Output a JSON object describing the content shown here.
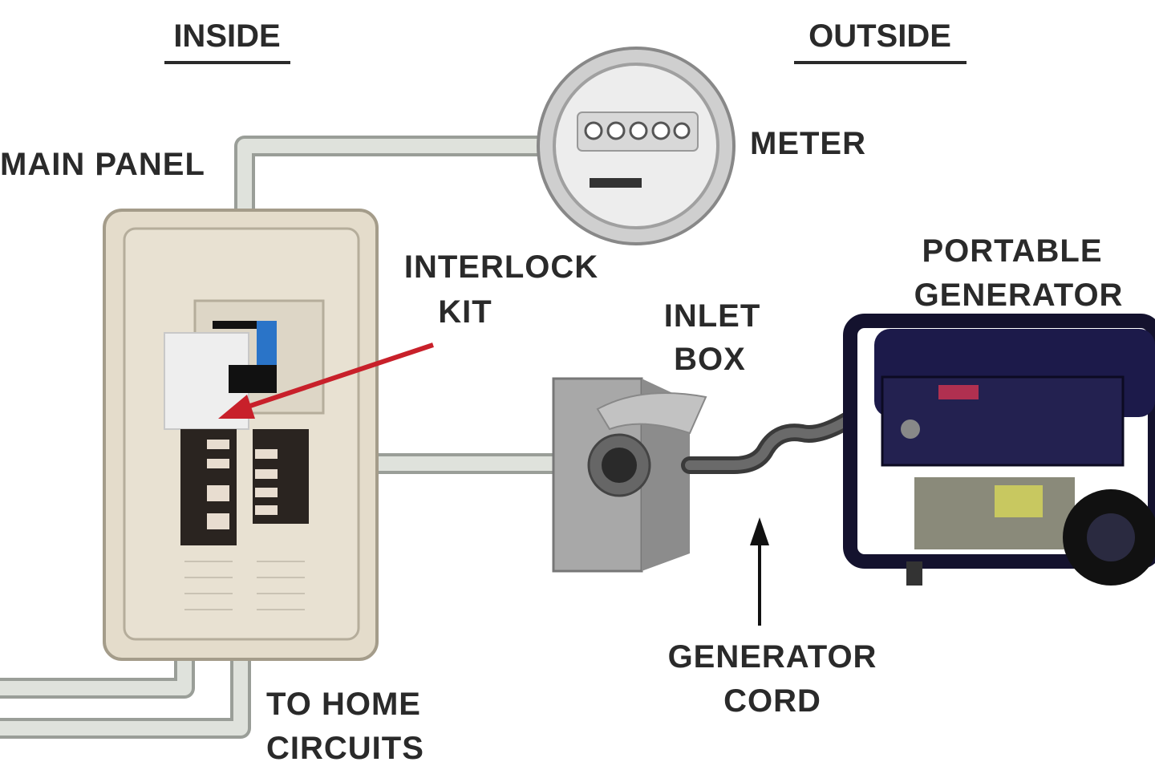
{
  "headers": {
    "inside": "INSIDE",
    "outside": "OUTSIDE"
  },
  "labels": {
    "main_panel": "MAIN PANEL",
    "meter": "METER",
    "interlock_1": "INTERLOCK",
    "interlock_2": "KIT",
    "inlet_1": "INLET",
    "inlet_2": "BOX",
    "portable_1": "PORTABLE",
    "portable_2": "GENERATOR",
    "cord_1": "GENERATOR",
    "cord_2": "CORD",
    "home_1": "TO HOME",
    "home_2": "CIRCUITS"
  },
  "colors": {
    "wire": "#d8dcd6",
    "panel": "#e4dccb",
    "arrow_red": "#c8202a",
    "generator": "#1c1a4a"
  }
}
